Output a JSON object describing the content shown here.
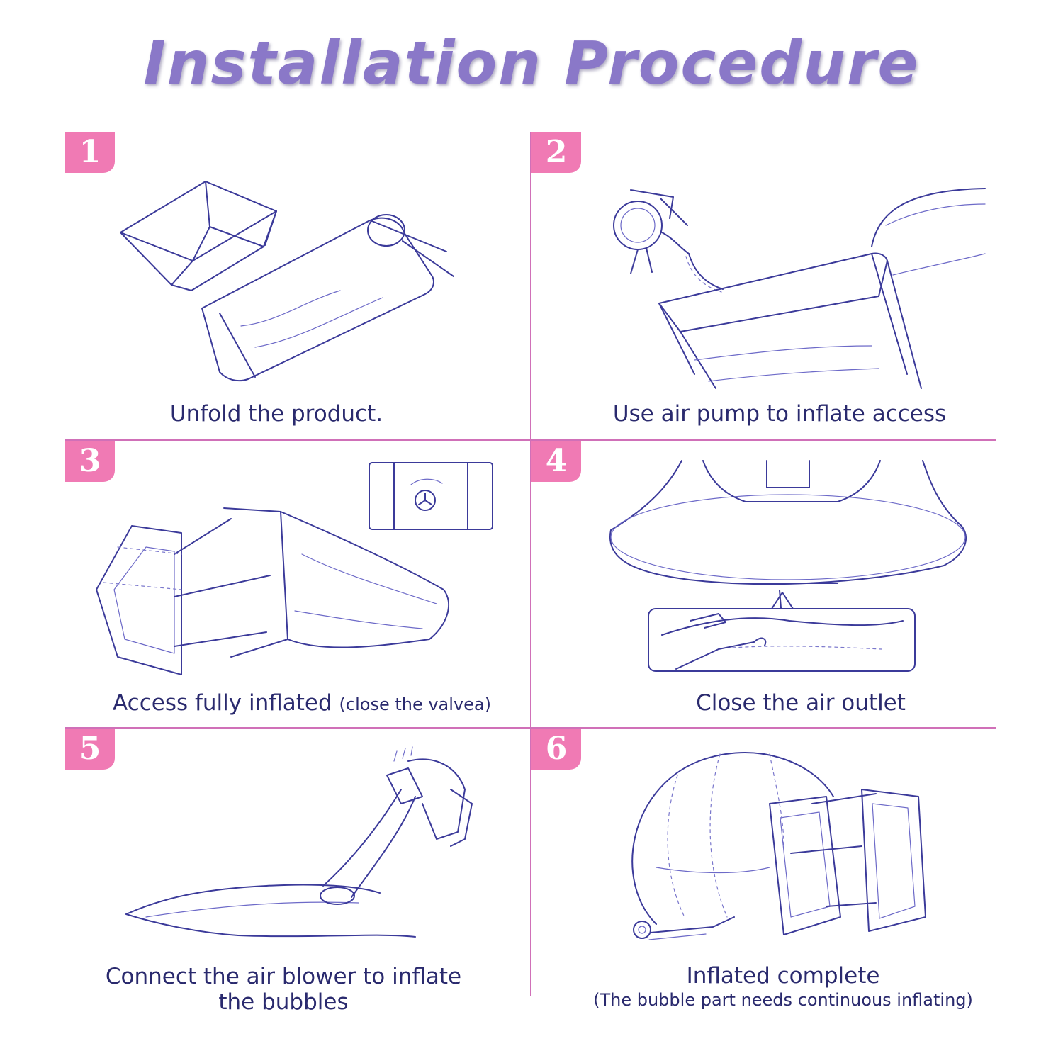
{
  "title": "Installation Procedure",
  "steps": [
    {
      "number": "1",
      "caption": "Unfold the product.",
      "note": ""
    },
    {
      "number": "2",
      "caption": "Use air pump to inflate access",
      "note": ""
    },
    {
      "number": "3",
      "caption": "Access fully inflated",
      "note": "(close the valvea)"
    },
    {
      "number": "4",
      "caption": "Close the air outlet",
      "note": ""
    },
    {
      "number": "5",
      "caption": "Connect the air blower to inflate",
      "caption2": "the bubbles",
      "note": ""
    },
    {
      "number": "6",
      "caption": "Inflated complete",
      "note": "(The bubble part needs continuous inflating)"
    }
  ],
  "colors": {
    "title": "#8a78c8",
    "badge": "#f07ab4",
    "divider": "#d070b8",
    "line_art": "#3b3a9a",
    "caption": "#2a2a6e"
  }
}
